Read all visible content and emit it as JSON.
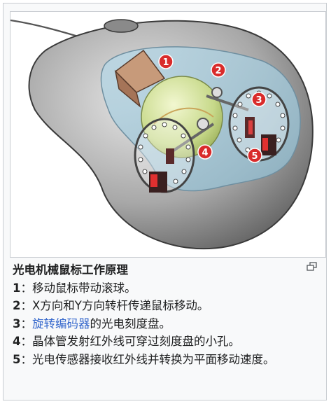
{
  "figure": {
    "image_alt": "光电机械鼠标工作原理",
    "markers": [
      "1",
      "2",
      "3",
      "4",
      "5"
    ]
  },
  "caption": {
    "title": "光电机械鼠标工作原理",
    "items": [
      {
        "num": "1",
        "sep": "：",
        "text": "移动鼠标带动滚球。"
      },
      {
        "num": "2",
        "sep": "：",
        "text": "X方向和Y方向转杆传递鼠标移动。"
      },
      {
        "num": "3",
        "sep": "：",
        "link": "旋转编码器",
        "text": "的光电刻度盘。"
      },
      {
        "num": "4",
        "sep": "：",
        "text": "晶体管发射红外线可穿过刻度盘的小孔。"
      },
      {
        "num": "5",
        "sep": "：",
        "text": "光电传感器接收红外线并转换为平面移动速度。"
      }
    ]
  },
  "enlarge_icon": "enlarge-icon",
  "colors": {
    "link": "#3366cc",
    "marker": "#d92b2b",
    "border": "#c8ccd1"
  }
}
